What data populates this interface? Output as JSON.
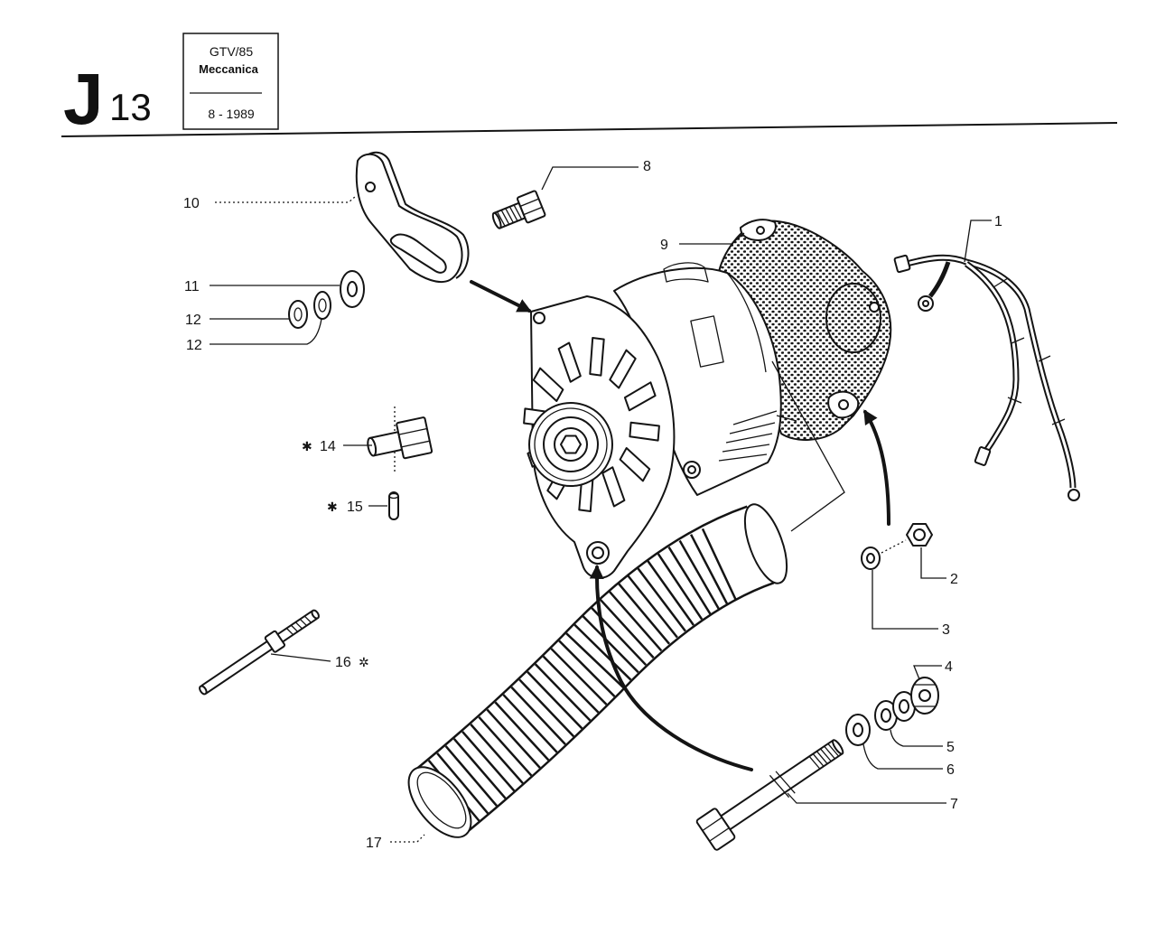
{
  "header": {
    "letter": "J",
    "number": "13"
  },
  "info_box": {
    "model": "GTV/85",
    "section": "Meccanica",
    "date": "8 - 1989"
  },
  "callouts": {
    "p1": "1",
    "p2": "2",
    "p3": "3",
    "p4": "4",
    "p5": "5",
    "p6": "6",
    "p7": "7",
    "p8": "8",
    "p9": "9",
    "p10": "10",
    "p11": "11",
    "p12a": "12",
    "p12b": "12",
    "p14": "14",
    "p15": "15",
    "p16": "16",
    "p17": "17"
  },
  "markers": {
    "p14": "✱",
    "p15": "✱",
    "p16": "✲"
  }
}
